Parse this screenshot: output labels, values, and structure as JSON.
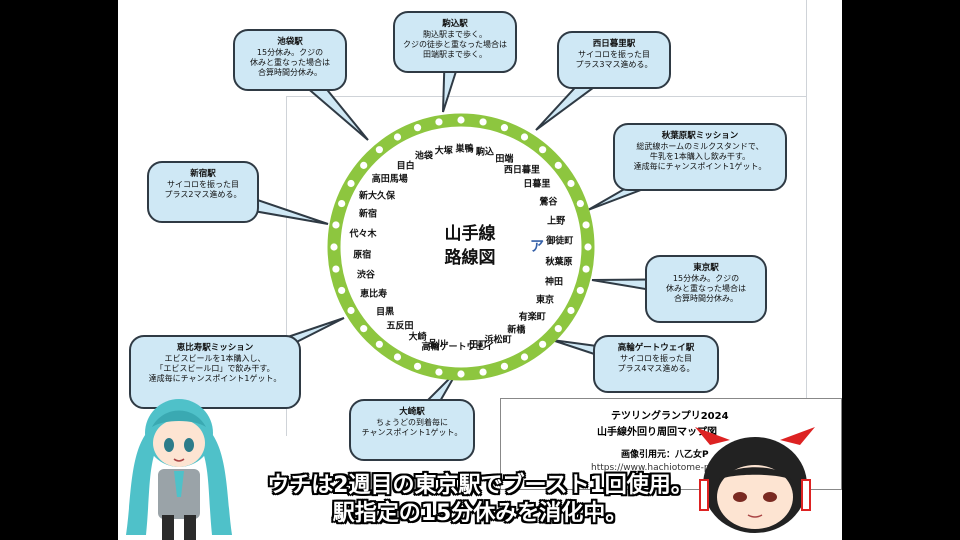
{
  "map": {
    "center_line1": "山手線",
    "center_line2": "路線図",
    "current_marker": "ア",
    "colors": {
      "ring": "#8dc63f",
      "callout_fill": "#cfe8f5",
      "callout_stroke": "#2f3a44"
    },
    "stations": [
      "駒込",
      "田端",
      "西日暮里",
      "日暮里",
      "鶯谷",
      "上野",
      "御徒町",
      "秋葉原",
      "神田",
      "東京",
      "有楽町",
      "新橋",
      "浜松町",
      "田町",
      "高輪ゲートウェイ",
      "品川",
      "大崎",
      "五反田",
      "目黒",
      "恵比寿",
      "渋谷",
      "原宿",
      "代々木",
      "新宿",
      "新大久保",
      "高田馬場",
      "目白",
      "池袋",
      "大塚",
      "巣鴨"
    ]
  },
  "callouts": [
    {
      "title": "池袋駅",
      "lines": [
        "15分休み。クジの",
        "休みと重なった場合は",
        "合算時間分休み。"
      ]
    },
    {
      "title": "駒込駅",
      "lines": [
        "駒込駅まで歩く。",
        "クジの徒歩と重なった場合は",
        "田端駅まで歩く。"
      ]
    },
    {
      "title": "西日暮里駅",
      "lines": [
        "サイコロを振った目",
        "プラス3マス進める。"
      ]
    },
    {
      "title": "秋葉原駅ミッション",
      "lines": [
        "総武線ホームのミルクスタンドで、",
        "牛乳を1本購入し飲み干す。",
        "達成毎にチャンスポイント1ゲット。"
      ]
    },
    {
      "title": "新宿駅",
      "lines": [
        "サイコロを振った目",
        "プラス2マス進める。"
      ]
    },
    {
      "title": "東京駅",
      "lines": [
        "15分休み。クジの",
        "休みと重なった場合は",
        "合算時間分休み。"
      ]
    },
    {
      "title": "恵比寿駅ミッション",
      "lines": [
        "エビスビールを1本購入し、",
        "「エビスビール口」で飲み干す。",
        "達成毎にチャンスポイント1ゲット。"
      ]
    },
    {
      "title": "高輪ゲートウェイ駅",
      "lines": [
        "サイコロを振った目",
        "プラス4マス進める。"
      ]
    },
    {
      "title": "大崎駅",
      "lines": [
        "ちょうどの到着毎に",
        "チャンスポイント1ゲット。"
      ]
    }
  ],
  "credit": {
    "title": "テツリングランプリ2024",
    "subtitle": "山手線外回り周回マップ図",
    "source": "画像引用元：八乙女P",
    "url": "https://www.hachiotome-p.com/"
  },
  "subtitle": {
    "line1": "ウチは2週目の東京駅でブースト1回使用。",
    "line2": "駅指定の15分休みを消化中。"
  }
}
